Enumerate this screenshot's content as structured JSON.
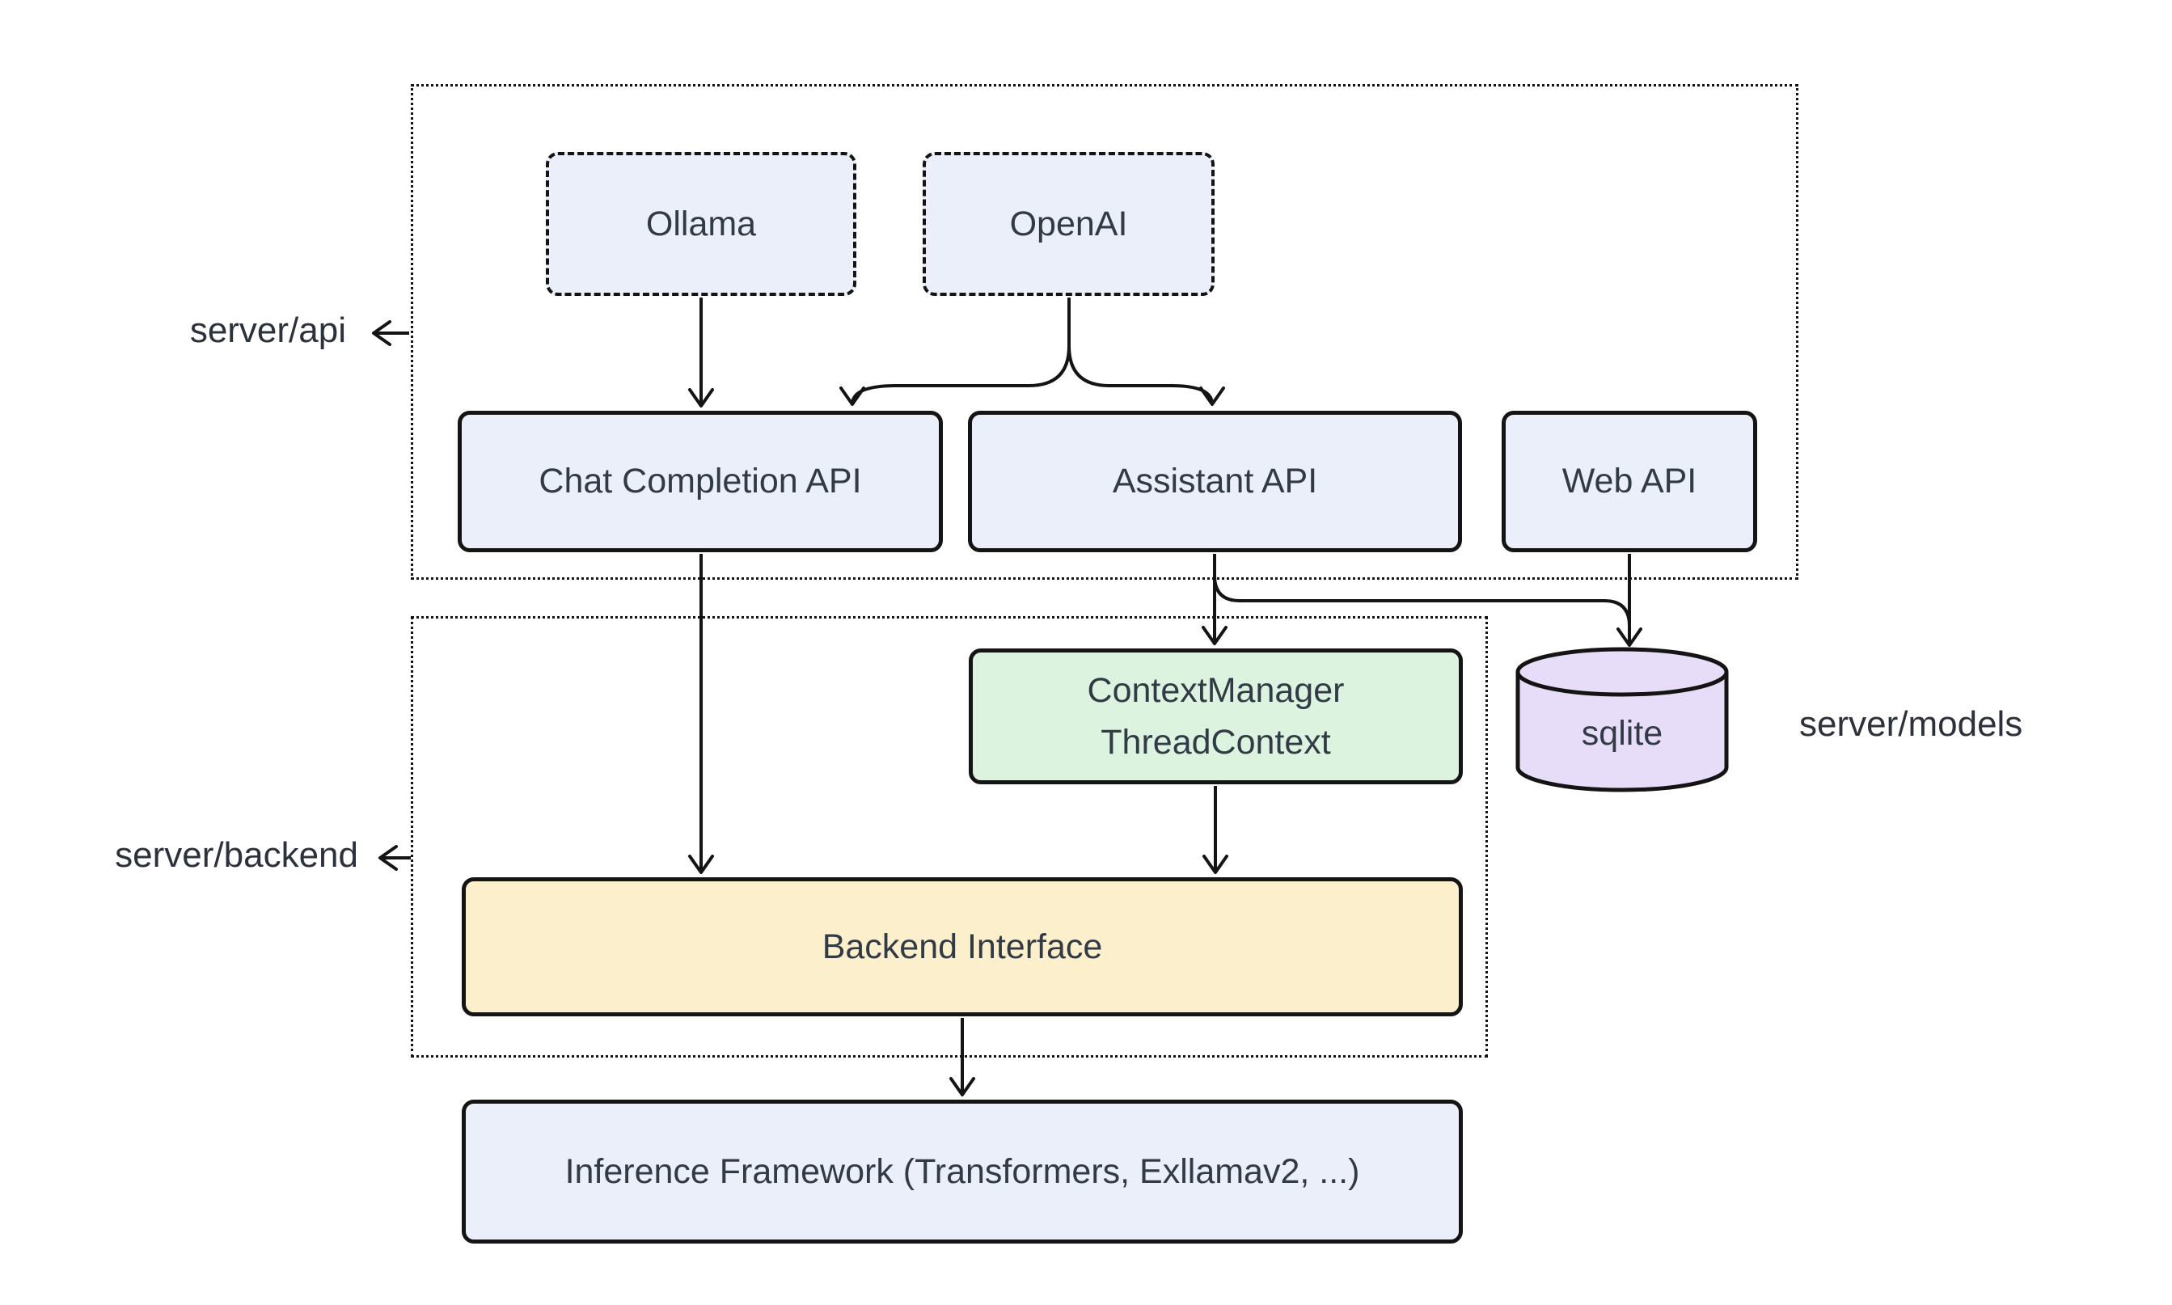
{
  "diagram": {
    "background": "#ffffff",
    "groups": {
      "server_api": {
        "label": "server/api"
      },
      "server_backend": {
        "label": "server/backend"
      },
      "server_models": {
        "label": "server/models"
      }
    },
    "nodes": {
      "ollama": {
        "label": "Ollama",
        "style": "dashed",
        "fill": "#eaeffa"
      },
      "openai": {
        "label": "OpenAI",
        "style": "dashed",
        "fill": "#eaeffa"
      },
      "chat_completion_api": {
        "label": "Chat Completion API",
        "fill": "#eaeffa"
      },
      "assistant_api": {
        "label": "Assistant API",
        "fill": "#eaeffa"
      },
      "web_api": {
        "label": "Web API",
        "fill": "#eaeffa"
      },
      "context_manager": {
        "line1": "ContextManager",
        "line2": "ThreadContext",
        "fill": "#dcf3e0"
      },
      "sqlite": {
        "label": "sqlite",
        "shape": "cylinder",
        "fill": "#e7ddf8"
      },
      "backend_interface": {
        "label": "Backend Interface",
        "fill": "#fcf0cc"
      },
      "inference_framework": {
        "label": "Inference Framework (Transformers, Exllamav2, ...)",
        "fill": "#eaeffa"
      }
    },
    "edges": [
      {
        "from": "Ollama",
        "to": "Chat Completion API"
      },
      {
        "from": "OpenAI",
        "to": "Chat Completion API"
      },
      {
        "from": "OpenAI",
        "to": "Assistant API"
      },
      {
        "from": "Chat Completion API",
        "to": "Backend Interface"
      },
      {
        "from": "Assistant API",
        "to": "ContextManager ThreadContext"
      },
      {
        "from": "Assistant API",
        "to": "sqlite"
      },
      {
        "from": "Web API",
        "to": "sqlite"
      },
      {
        "from": "ContextManager ThreadContext",
        "to": "Backend Interface"
      },
      {
        "from": "Backend Interface",
        "to": "Inference Framework (Transformers, Exllamav2, ...)"
      }
    ],
    "colors": {
      "stroke": "#141414",
      "text": "#323a45",
      "node_blue": "#eaeffa",
      "node_green": "#dcf3e0",
      "node_yellow": "#fcf0cc",
      "cylinder_purple": "#e7ddf8",
      "background": "#ffffff"
    }
  }
}
